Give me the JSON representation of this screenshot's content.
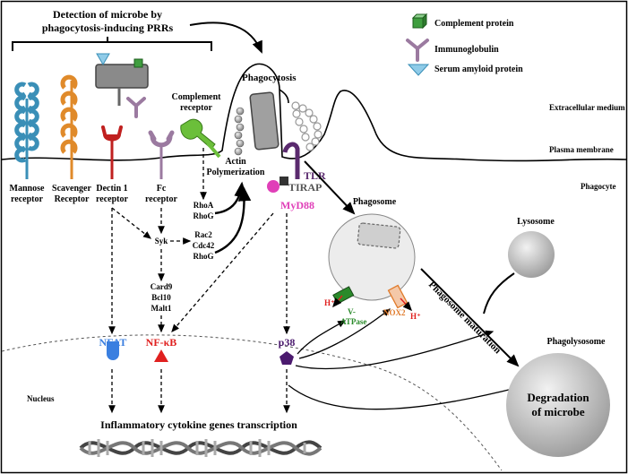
{
  "title": "Detection of microbe by phagocytosis-inducing PRRs",
  "legend": {
    "complement": "Complement protein",
    "immunoglobulin": "Immunoglobulin",
    "serum_amyloid": "Serum amyloid protein"
  },
  "regions": {
    "extracellular": "Extracellular medium",
    "plasma_membrane": "Plasma membrane",
    "phagocyte": "Phagocyte",
    "nucleus": "Nucleus"
  },
  "processes": {
    "phagocytosis": "Phagocytosis",
    "actin_line1": "Actin",
    "actin_line2": "Polymerization",
    "phagosome": "Phagosome",
    "lysosome": "Lysosome",
    "phagolysosome": "Phagolysosome",
    "phagosome_maturation": "Phagosome maturation",
    "degradation_line1": "Degradation",
    "degradation_line2": "of microbe",
    "transcription": "Inflammatory cytokine genes transcription"
  },
  "receptors": {
    "mannose_1": "Mannose",
    "mannose_2": "receptor",
    "scavenger_1": "Scavenger",
    "scavenger_2": "Receptor",
    "dectin_1": "Dectin 1",
    "dectin_2": "receptor",
    "fc_1": "Fc",
    "fc_2": "receptor",
    "complement_1": "Complement",
    "complement_2": "receptor"
  },
  "signaling": {
    "rhoa": "RhoA",
    "rhog": "RhoG",
    "syk": "Syk",
    "rac2": "Rac2",
    "cdc42": "Cdc42",
    "rhog2": "RhoG",
    "card9": "Card9",
    "bcl10": "Bcl10",
    "malt1": "Malt1",
    "tlr": "TLR",
    "tirap": "TIRAP",
    "myd88": "MyD88",
    "nfat": "NFAT",
    "nfkb": "NF-κB",
    "p38": "p38",
    "hplus_left": "H⁺",
    "hplus_right": "H⁺",
    "vatpase_1": "V-",
    "vatpase_2": "ATPase",
    "nox2": "NOX2"
  },
  "colors": {
    "mannose": "#3a8fb7",
    "scavenger": "#e08a2a",
    "dectin": "#c0201f",
    "fc": "#9b7aa0",
    "complement_receptor": "#6bbf3a",
    "myd88": "#e03fb8",
    "tlr": "#5a2a6e",
    "nfat": "#3a7fe0",
    "nfkb": "#e0201f",
    "p38": "#4b1a6e",
    "vatpase": "#2a8a2a",
    "nox2": "#e07a2a",
    "proton": "#e0201f"
  }
}
